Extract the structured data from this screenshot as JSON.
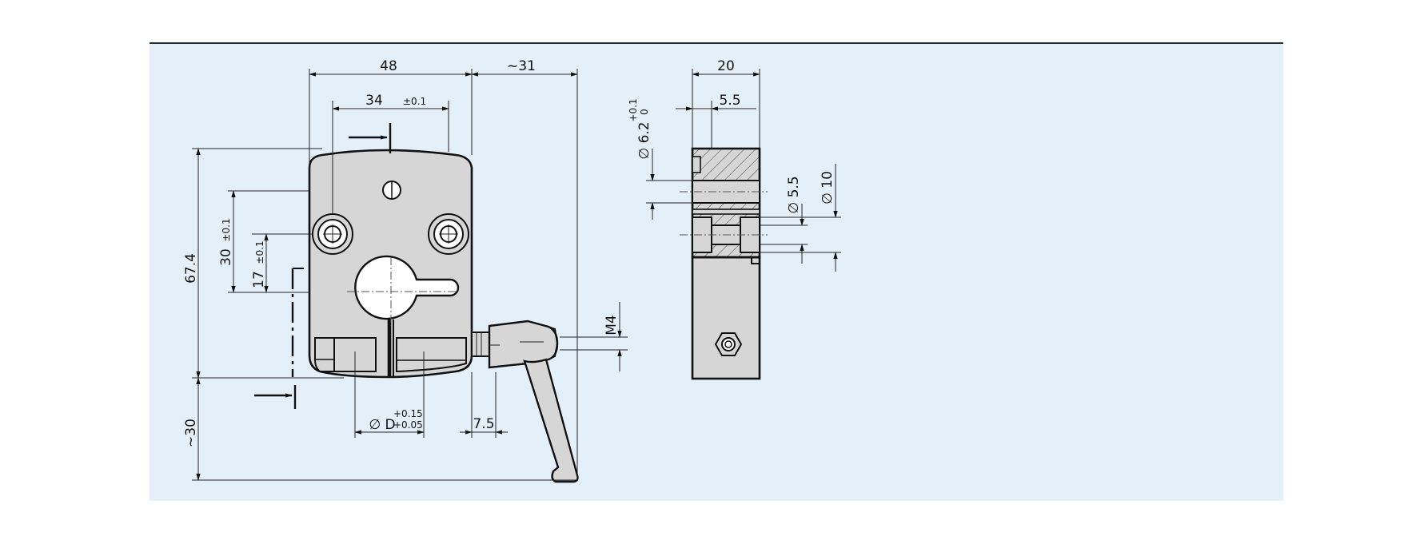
{
  "drawing": {
    "front_view": {
      "width": "48",
      "lever_offset": "~31",
      "hole_spacing": "34",
      "hole_spacing_tol": "±0.1",
      "height": "67.4",
      "hole_height": "30",
      "hole_height_tol": "±0.1",
      "bore_height": "17",
      "bore_height_tol": "±0.1",
      "bottom_offset": "~30",
      "bore_diameter": "∅ D",
      "bore_tol_upper": "+0.15",
      "bore_tol_lower": "+0.05",
      "lever_distance": "7.5",
      "thread": "M4"
    },
    "side_view": {
      "thickness": "20",
      "offset": "5.5",
      "hole_diameter": "∅ 6.2",
      "hole_tol_upper": "+0.1",
      "hole_tol_lower": "0",
      "counterbore_small": "∅ 5.5",
      "counterbore_large": "∅ 10"
    }
  },
  "colors": {
    "background": "#e4f0f9",
    "part_fill": "#d6d6d6",
    "line": "#111111"
  }
}
